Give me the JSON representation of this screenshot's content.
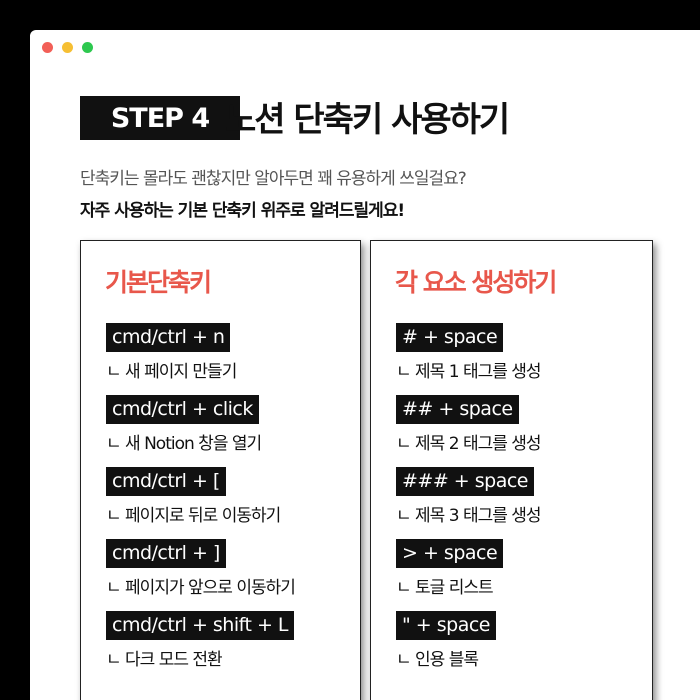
{
  "step": {
    "badge": "STEP 4",
    "title": "노션 단축키 사용하기"
  },
  "intro": {
    "line1": "단축키는 몰라도 괜찮지만 알아두면 꽤 유용하게 쓰일걸요?",
    "line2": "자주 사용하는 기본 단축키 위주로 알려드릴게요!"
  },
  "basic": {
    "title": "기본단축키",
    "items": [
      {
        "key": "cmd/ctrl + n",
        "desc": "ㄴ 새 페이지 만들기"
      },
      {
        "key": "cmd/ctrl + click",
        "desc": "ㄴ 새 Notion 창을 열기"
      },
      {
        "key": "cmd/ctrl + [",
        "desc": "ㄴ 페이지로 뒤로 이동하기"
      },
      {
        "key": "cmd/ctrl + ]",
        "desc": "ㄴ 페이지가 앞으로 이동하기"
      },
      {
        "key": "cmd/ctrl + shift + L",
        "desc": "ㄴ 다크 모드 전환"
      }
    ]
  },
  "elements": {
    "title": "각 요소 생성하기",
    "items": [
      {
        "key": "# + space",
        "desc": "ㄴ 제목 1 태그를 생성"
      },
      {
        "key": "## + space",
        "desc": "ㄴ 제목 2 태그를 생성"
      },
      {
        "key": "### + space",
        "desc": "ㄴ 제목 3 태그를 생성"
      },
      {
        "key": "> + space",
        "desc": "ㄴ 토글 리스트"
      },
      {
        "key": "\" + space",
        "desc": "ㄴ 인용 블록"
      }
    ]
  },
  "colors": {
    "accent": "#e8574b",
    "key_bg": "#111111",
    "window_bg": "#ffffff",
    "frame": "#000000"
  }
}
